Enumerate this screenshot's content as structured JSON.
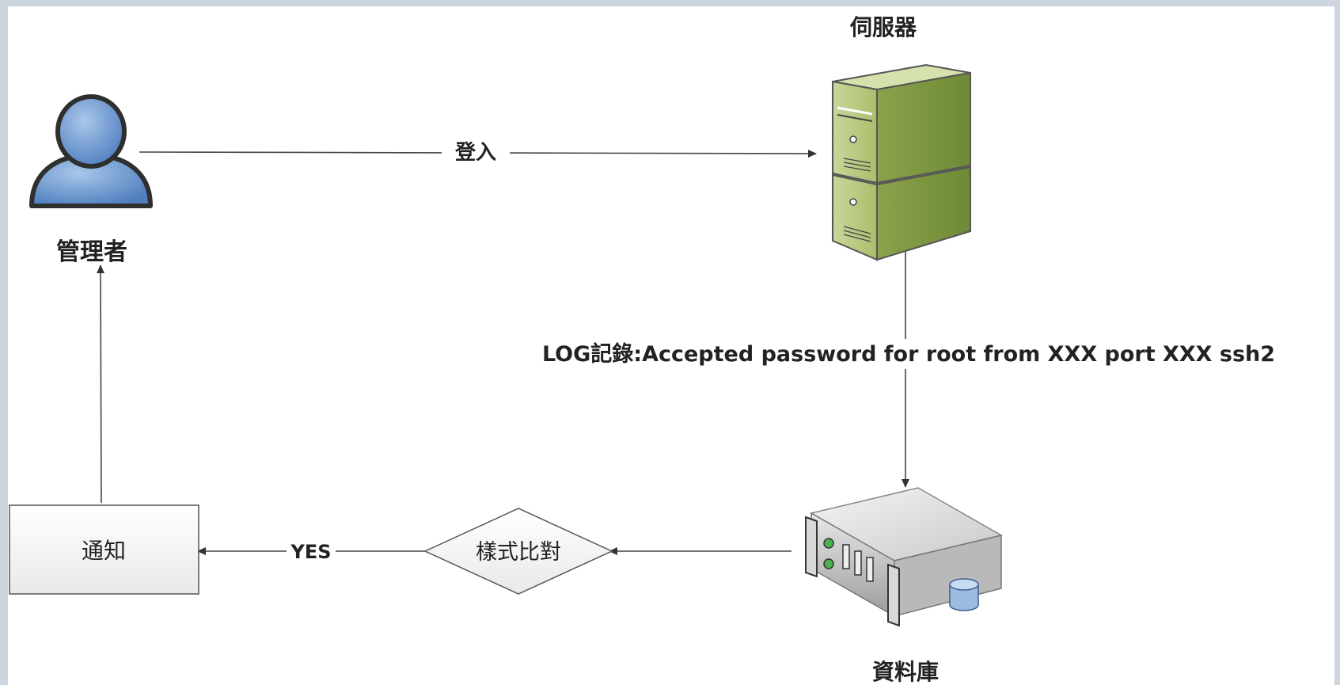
{
  "nodes": {
    "admin": {
      "label": "管理者",
      "icon": "user-icon"
    },
    "server": {
      "label": "伺服器",
      "icon": "server-tower-icon"
    },
    "database": {
      "label": "資料庫",
      "icon": "database-server-icon"
    },
    "match": {
      "label": "樣式比對",
      "shape": "diamond"
    },
    "notify": {
      "label": "通知",
      "shape": "rectangle"
    }
  },
  "edges": {
    "login": {
      "label": "登入",
      "from": "admin",
      "to": "server"
    },
    "log": {
      "label": "LOG記錄:Accepted password for root from XXX port XXX ssh2",
      "from": "server",
      "to": "database"
    },
    "db_to_match": {
      "label": "",
      "from": "database",
      "to": "match"
    },
    "yes": {
      "label": "YES",
      "from": "match",
      "to": "notify"
    },
    "notify_to_admin": {
      "label": "",
      "from": "notify",
      "to": "admin"
    }
  },
  "colors": {
    "background": "#cdd6de",
    "user_fill": "#6f9bd0",
    "server_fill": "#9cb45e",
    "line": "#333333"
  }
}
